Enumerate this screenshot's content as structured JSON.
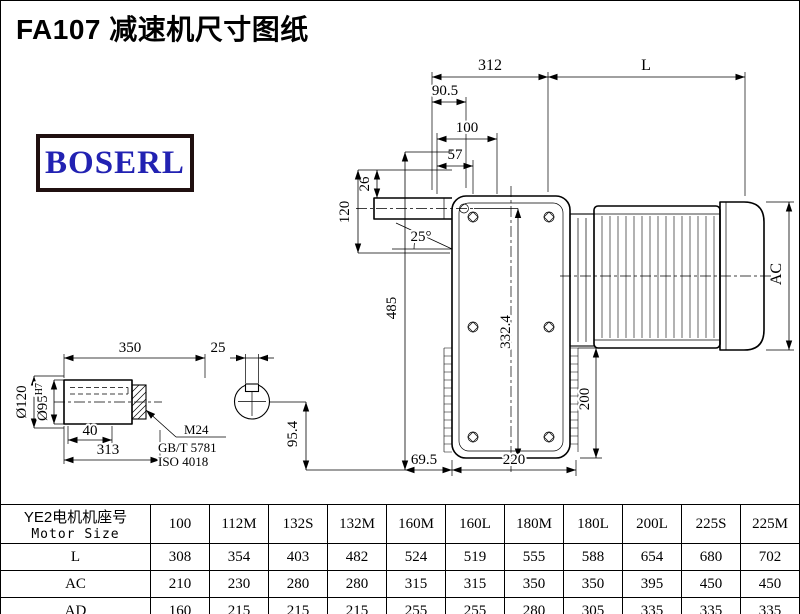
{
  "title": "FA107 减速机尺寸图纸",
  "logo_text": "BOSERL",
  "dims": {
    "top_width": "312",
    "motor_length": "L",
    "d90_5": "90.5",
    "d100": "100",
    "d57": "57",
    "d26": "26",
    "d120": "120",
    "angle": "25°",
    "total_height": "485",
    "d332_4": "332.4",
    "motor_dia": "AC",
    "d200": "200",
    "d69_5": "69.5",
    "d220": "220",
    "d95_4": "95.4"
  },
  "shaft": {
    "length": "350",
    "key_width": "25",
    "dia_outer": "Ø120",
    "dia_bore": "Ø95",
    "tolerance": "H7",
    "d40": "40",
    "d313": "313",
    "thread": "M24",
    "standard1": "GB/T 5781",
    "standard2": "ISO 4018"
  },
  "table": {
    "header_cn": "YE2电机机座号",
    "header_en": "Motor Size",
    "columns": [
      "100",
      "112M",
      "132S",
      "132M",
      "160M",
      "160L",
      "180M",
      "180L",
      "200L",
      "225S",
      "225M"
    ],
    "rows": [
      {
        "label": "L",
        "values": [
          "308",
          "354",
          "403",
          "482",
          "524",
          "519",
          "555",
          "588",
          "654",
          "680",
          "702"
        ]
      },
      {
        "label": "AC",
        "values": [
          "210",
          "230",
          "280",
          "280",
          "315",
          "315",
          "350",
          "350",
          "395",
          "450",
          "450"
        ]
      },
      {
        "label": "AD",
        "values": [
          "160",
          "215",
          "215",
          "215",
          "255",
          "255",
          "280",
          "305",
          "335",
          "335",
          "335"
        ]
      }
    ]
  }
}
